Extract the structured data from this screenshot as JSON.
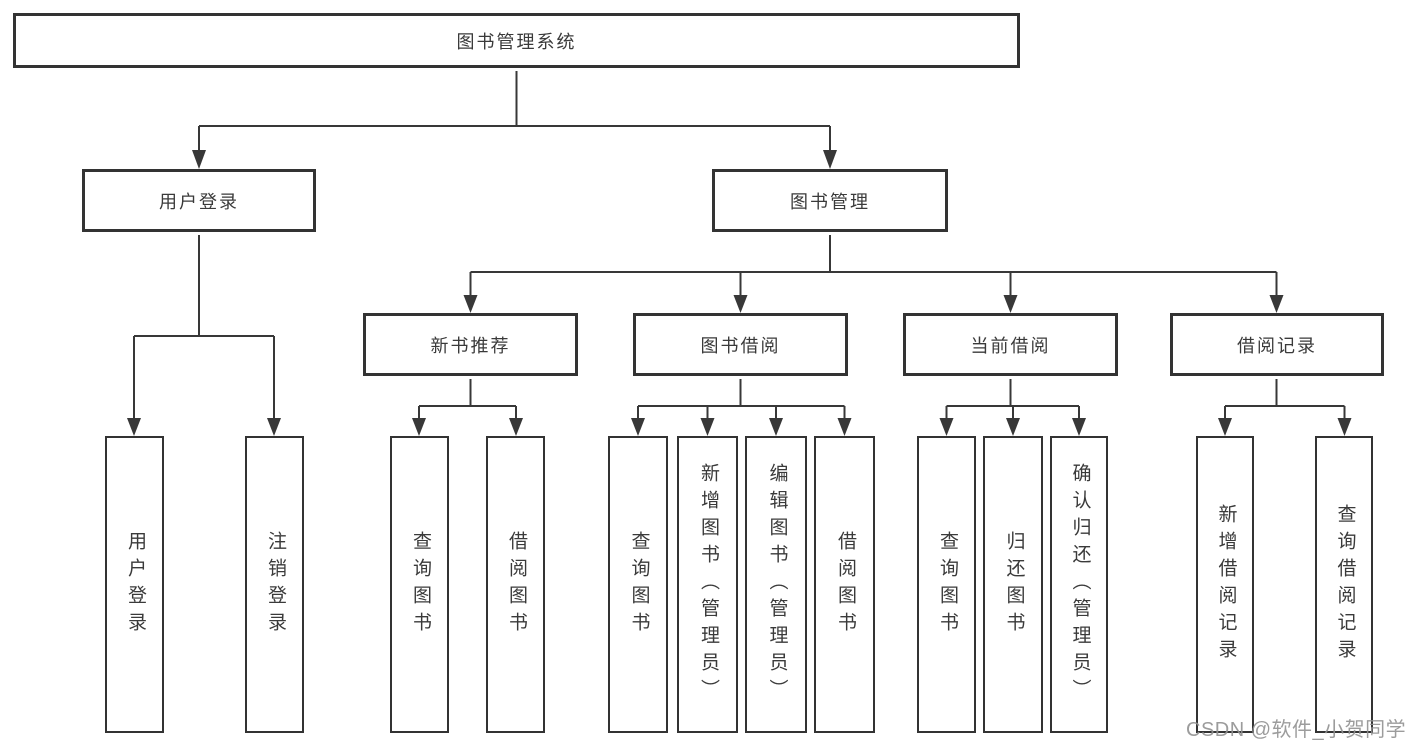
{
  "diagram": {
    "root": {
      "label": "图书管理系统"
    },
    "level2": [
      {
        "label": "用户登录"
      },
      {
        "label": "图书管理"
      }
    ],
    "level3": [
      {
        "label": "新书推荐"
      },
      {
        "label": "图书借阅"
      },
      {
        "label": "当前借阅"
      },
      {
        "label": "借阅记录"
      }
    ],
    "leaves": {
      "user_login": [
        {
          "label": "用户登录"
        },
        {
          "label": "注销登录"
        }
      ],
      "new_book": [
        {
          "label": "查询图书"
        },
        {
          "label": "借阅图书"
        }
      ],
      "book_borrow": [
        {
          "label": "查询图书"
        },
        {
          "label": "新增图书（管理员）"
        },
        {
          "label": "编辑图书（管理员）"
        },
        {
          "label": "借阅图书"
        }
      ],
      "current_borrow": [
        {
          "label": "查询图书"
        },
        {
          "label": "归还图书"
        },
        {
          "label": "确认归还（管理员）"
        }
      ],
      "borrow_record": [
        {
          "label": "新增借阅记录"
        },
        {
          "label": "查询借阅记录"
        }
      ]
    }
  },
  "watermark": {
    "text": "CSDN @软件_小贺同学"
  },
  "colors": {
    "line": "#383838",
    "box_border": "#333333",
    "text": "#3a3a3a",
    "watermark": "#919191",
    "background": "#ffffff"
  }
}
